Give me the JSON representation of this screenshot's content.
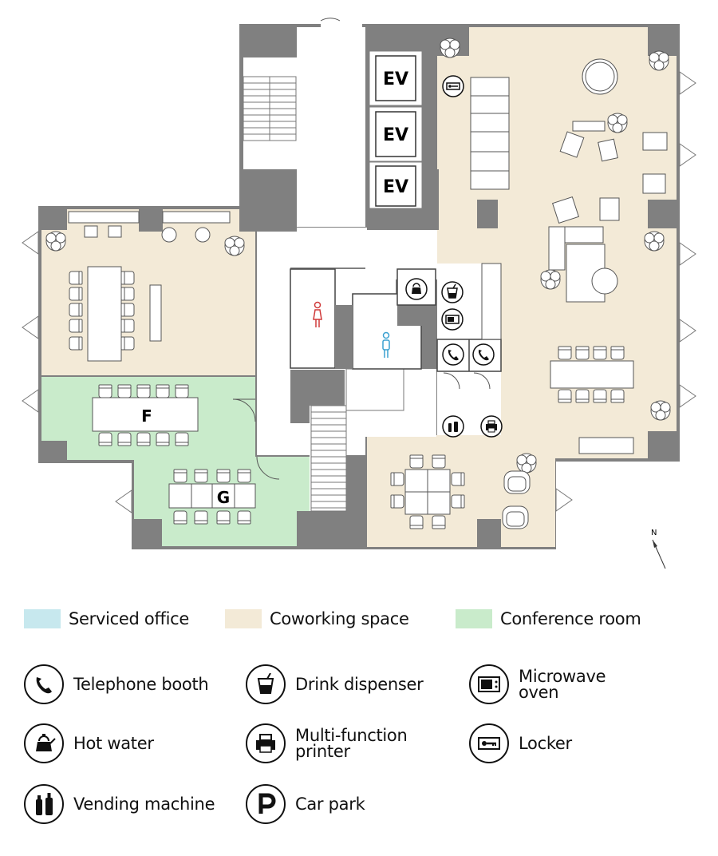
{
  "rooms": {
    "conference_f": "F",
    "conference_g": "G",
    "elevators": [
      "EV",
      "EV",
      "EV"
    ]
  },
  "compass": "N",
  "colors": {
    "wall": "#808080",
    "serviced_office": "#c7e8ee",
    "coworking_space": "#f3ead7",
    "conference_room": "#c9ebcb",
    "corridor": "#ffffff",
    "female_icon": "#d03a3a",
    "male_icon": "#3aa0d0"
  },
  "legend": {
    "areas": [
      {
        "label": "Serviced office",
        "color": "#c7e8ee"
      },
      {
        "label": "Coworking space",
        "color": "#f3ead7"
      },
      {
        "label": "Conference room",
        "color": "#c9ebcb"
      }
    ],
    "icons": [
      {
        "icon": "telephone-icon",
        "label": "Telephone booth"
      },
      {
        "icon": "drink-icon",
        "label": "Drink dispenser"
      },
      {
        "icon": "microwave-icon",
        "label": "Microwave\noven"
      },
      {
        "icon": "kettle-icon",
        "label": "Hot water"
      },
      {
        "icon": "printer-icon",
        "label": "Multi-function\nprinter"
      },
      {
        "icon": "key-icon",
        "label": "Locker"
      },
      {
        "icon": "bottles-icon",
        "label": "Vending machine"
      },
      {
        "icon": "parking-icon",
        "label": "Car park"
      }
    ]
  }
}
